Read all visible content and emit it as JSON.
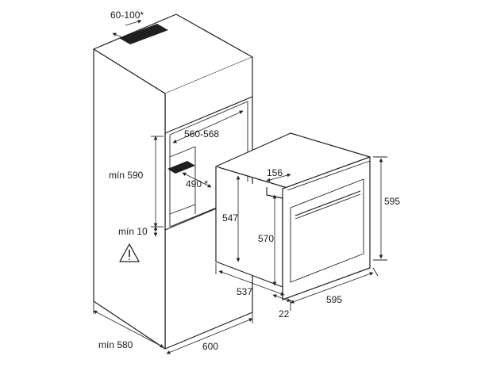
{
  "dimensions": {
    "top_vent": "60-100*",
    "opening_width": "560-568",
    "opening_height_min": "mín 590",
    "rear_vent": "490 *",
    "gap_below": "mín 10",
    "cabinet_depth_min": "mín 580",
    "cabinet_width": "600",
    "oven_top_depth": "156",
    "oven_body_height": "547",
    "oven_inner_height": "570",
    "oven_front_height": "595",
    "oven_depth": "537",
    "oven_front_width": "595",
    "door_thickness": "22"
  },
  "colors": {
    "line": "#222222",
    "vent": "#1f1f1f"
  },
  "icons": [
    "warning-triangle-icon"
  ]
}
